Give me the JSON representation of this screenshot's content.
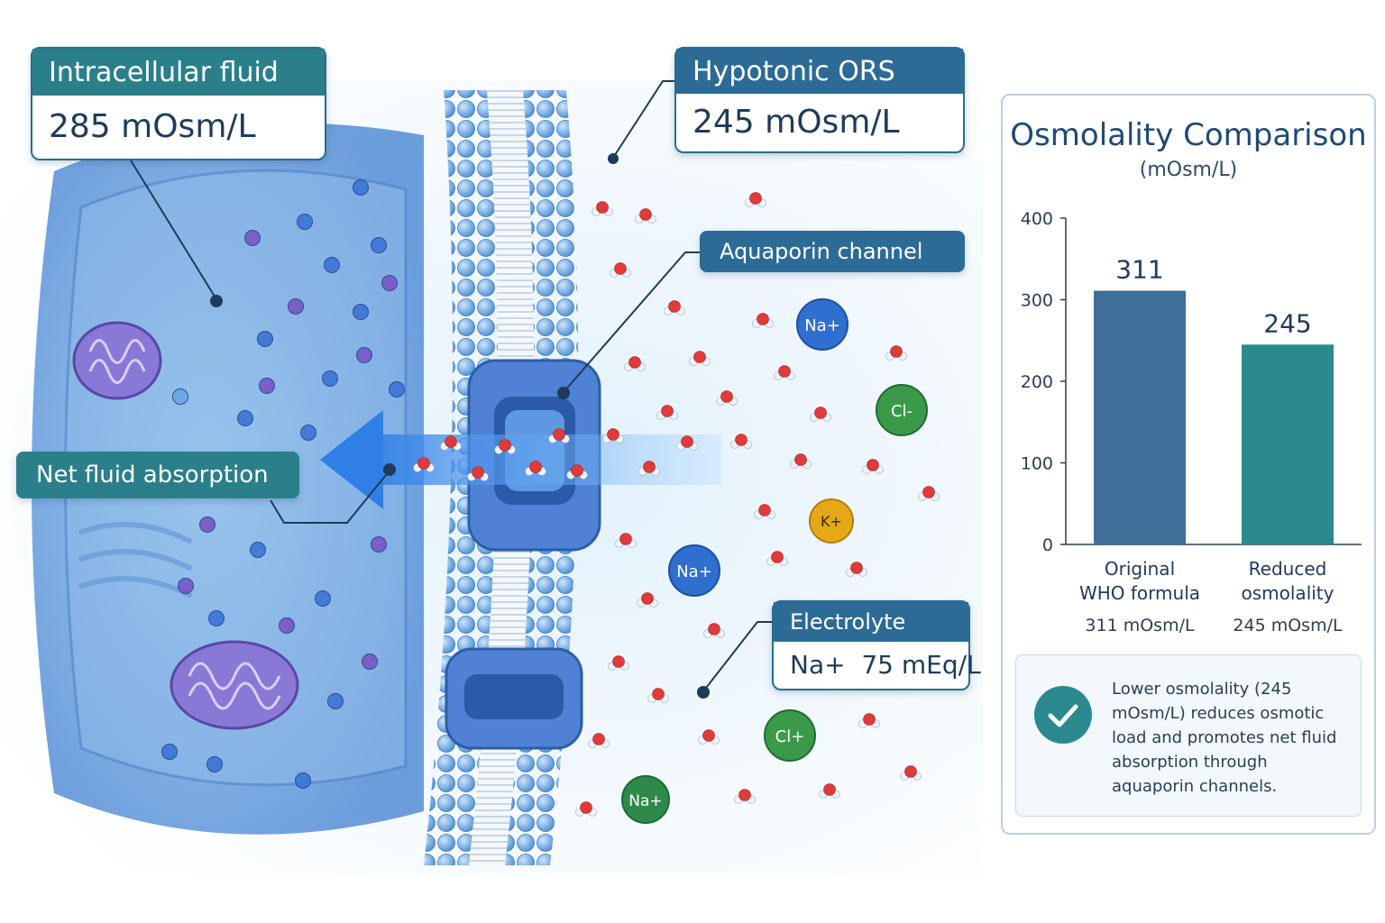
{
  "callouts": {
    "intracellular": {
      "label": "Intracellular fluid",
      "value": "285 mOsm/L"
    },
    "ors": {
      "label": "Hypotonic ORS",
      "value": "245 mOsm/L"
    },
    "aquaporin": {
      "label": "Aquaporin channel"
    },
    "absorption": {
      "label": "Net fluid absorption"
    },
    "electrolyte": {
      "label": "Electrolyte",
      "value": "Na+  75 mEq/L"
    }
  },
  "ions": [
    {
      "label": "Na+",
      "color": "#2f6fd0"
    },
    {
      "label": "Cl-",
      "color": "#3a9a4a"
    },
    {
      "label": "K+",
      "color": "#e6a817"
    },
    {
      "label": "Na+",
      "color": "#2f6fd0"
    },
    {
      "label": "Cl+",
      "color": "#3a9a4a"
    },
    {
      "label": "Na+",
      "color": "#2f8a4a"
    }
  ],
  "chart_data": {
    "type": "bar",
    "title": "Osmolality Comparison",
    "subtitle": "(mOsm/L)",
    "ylim": [
      0,
      400
    ],
    "yticks": [
      0,
      100,
      200,
      300,
      400
    ],
    "categories": [
      "Original\nWHO formula",
      "Reduced\nosmolality"
    ],
    "category_notes": [
      "311 mOsm/L",
      "245 mOsm/L"
    ],
    "values": [
      311,
      245
    ],
    "colors": [
      "#3f6e98",
      "#2b8a8e"
    ],
    "data_labels": [
      "311",
      "245"
    ]
  },
  "note": {
    "text": "Lower osmolality (245 mOsm/L) reduces osmotic load and promotes net fluid absorption through aquaporin channels."
  },
  "colors": {
    "teal": "#2a7f8a",
    "navy": "#2c6b96",
    "water_oxygen": "#e03a3a"
  }
}
